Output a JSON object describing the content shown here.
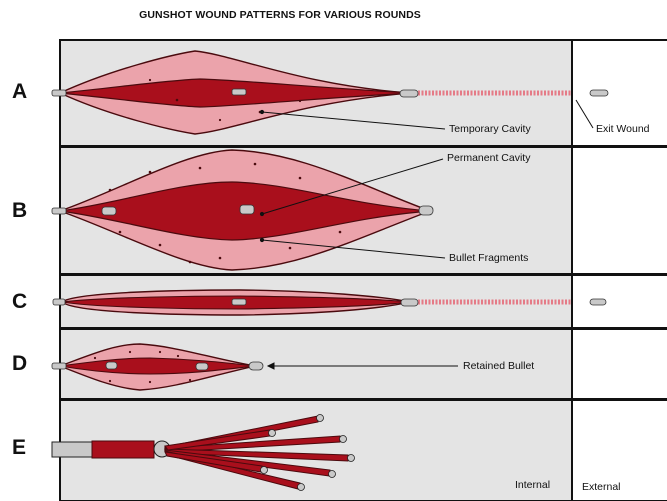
{
  "title": "GUNSHOT WOUND PATTERNS FOR VARIOUS ROUNDS",
  "rows": [
    {
      "letter": "A"
    },
    {
      "letter": "B"
    },
    {
      "letter": "C"
    },
    {
      "letter": "D"
    },
    {
      "letter": "E"
    }
  ],
  "labels": {
    "temporary_cavity": "Temporary Cavity",
    "exit_wound": "Exit Wound",
    "permanent_cavity": "Permanent Cavity",
    "bullet_fragments": "Bullet Fragments",
    "retained_bullet": "Retained Bullet",
    "internal": "Internal",
    "external": "External"
  },
  "colors": {
    "panel_bg": "#e4e4e4",
    "temporary_cavity": "#eba3ab",
    "permanent_cavity": "#a90f1c",
    "outline": "#4a0a0e",
    "bullet": "#c9c9c9"
  }
}
